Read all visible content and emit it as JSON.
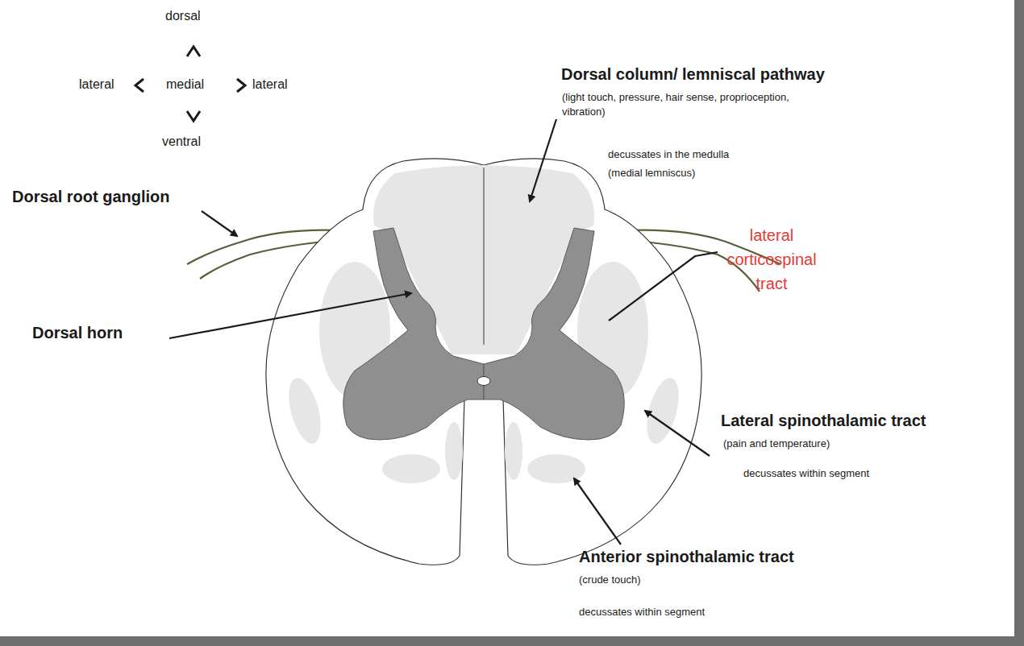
{
  "diagram": {
    "labels": [
      "dorsal",
      "lateral",
      "medial",
      "lateral",
      "ventral",
      "Dorsal column/ lemniscal pathway",
      "(light touch, pressure, hair sense, proprioception, vibration)",
      "decussates in the medulla (medial lemniscus)",
      "Dorsal root ganglion",
      "lateral corticospinal tract",
      "Dorsal horn",
      "Lateral spinothalamic tract",
      "(pain and temperature)",
      "decussates within segment",
      "Anterior spinothalamic tract",
      "(crude touch)",
      "decussates within segment"
    ]
  }
}
